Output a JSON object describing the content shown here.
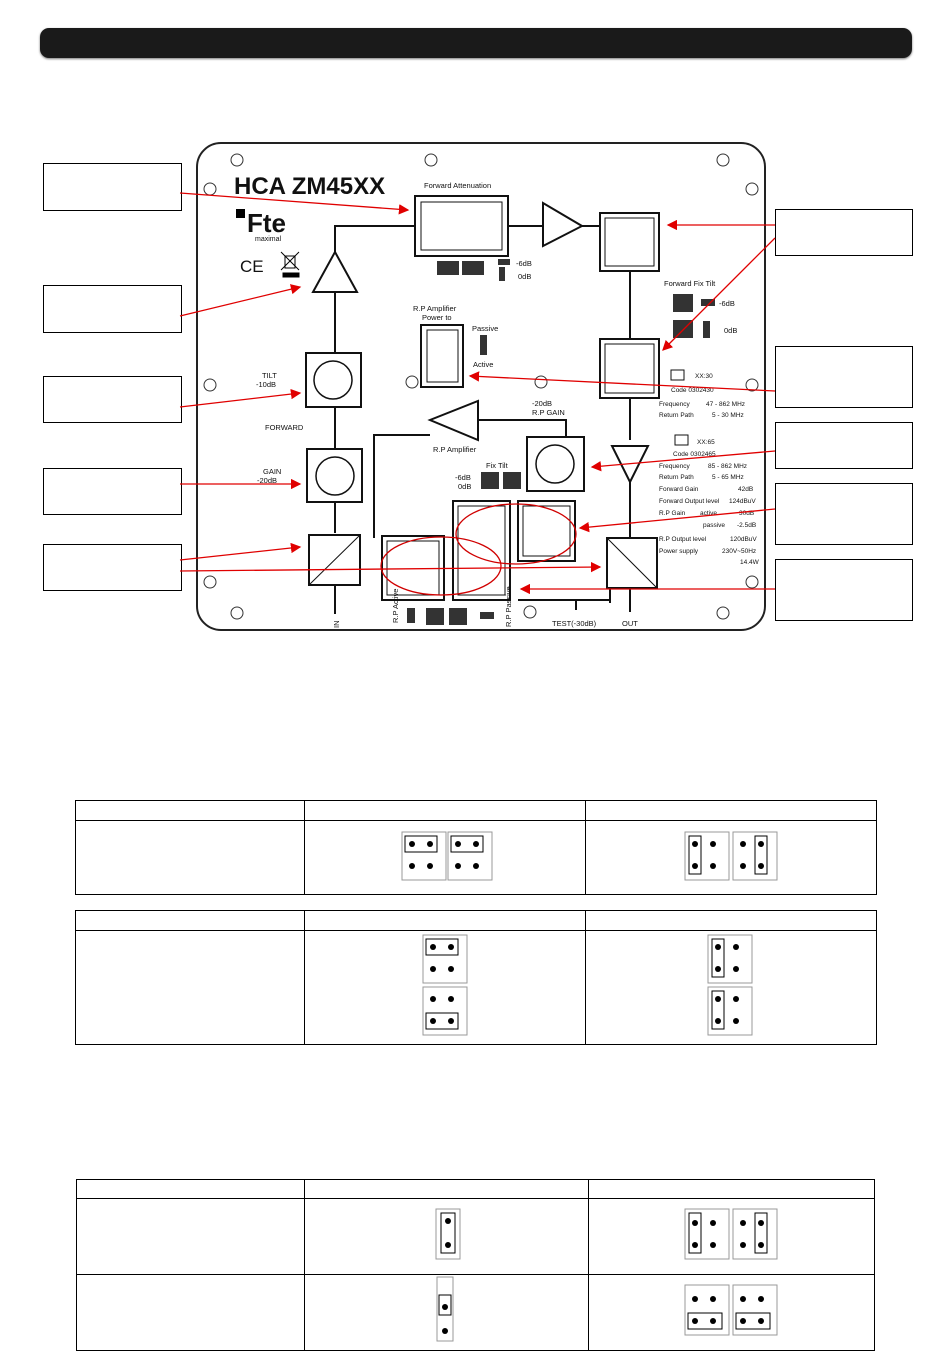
{
  "diagram": {
    "model": "HCA  ZM45XX",
    "brand": "Fte",
    "brand_sub": "maximal",
    "ce": "CE",
    "forward_attenuation": "Forward Attenuation",
    "att_minus6": "-6dB",
    "att_0": "0dB",
    "forward_fix_tilt": "Forward  Fix Tilt",
    "fft_minus6": "-6dB",
    "fft_0": "0dB",
    "rp_amp_power_1": "R.P Amplifier",
    "rp_amp_power_2": "Power  to",
    "passive": "Passive",
    "active": "Active",
    "tilt_1": "TILT",
    "tilt_2": "-10dB",
    "forward": "FORWARD",
    "gain_1": "GAIN",
    "gain_2": "-20dB",
    "rp_amplifier": "R.P  Amplifier",
    "rp_gain_1": "-20dB",
    "rp_gain_2": "R.P  GAIN",
    "fix_tilt": "Fix  Tilt",
    "ft_minus6": "-6dB",
    "ft_0": "0dB",
    "rp_active": "R.P Active",
    "rp_passive": "R.P Passive",
    "in": "IN",
    "test": "TEST(-30dB)",
    "out": "OUT",
    "xx30": "XX:30",
    "code30": "Code 0302430",
    "freq30_label": "Frequency",
    "freq30_value": "47  -  862 MHz",
    "ret30_label": "Return Path",
    "ret30_value": "5  -  30 MHz",
    "xx65": "XX:65",
    "code65": "Code 0302465",
    "freq65_label": "Frequency",
    "freq65_value": "85  -  862 MHz",
    "ret65_label": "Return Path",
    "ret65_value": "5  -  65 MHz",
    "fwd_gain_label": "Forward Gain",
    "fwd_gain_value": "42dB",
    "fwd_out_label": "Forward Output level",
    "fwd_out_value": "124dBuV",
    "rp_gain_label": "R.P Gain",
    "rp_gain_active": "active",
    "rp_gain_active_value": "30dB",
    "rp_gain_passive": "passive",
    "rp_gain_passive_value": "-2.5dB",
    "rp_out_label": "R.P Output level",
    "rp_out_value": "120dBuV",
    "power_label": "Power supply",
    "power_value": "230V~50Hz",
    "power_watts": "14.4W"
  },
  "colors": {
    "arrow": "#e00000",
    "bar": "#1a1a1a"
  }
}
